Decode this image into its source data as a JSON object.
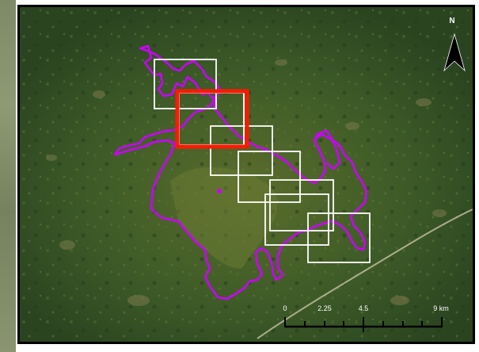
{
  "map": {
    "colors": {
      "boundary": "#cc00ff",
      "tile": "#ffffff",
      "highlight": "#ff1a00",
      "road": "#c9c2a8",
      "background": "#2f4a22"
    },
    "north_arrow": {
      "label": "N",
      "icon": "north-arrow-icon"
    },
    "scale_bar": {
      "labels": [
        "0",
        "2.25",
        "4.5",
        "9 km"
      ]
    }
  }
}
